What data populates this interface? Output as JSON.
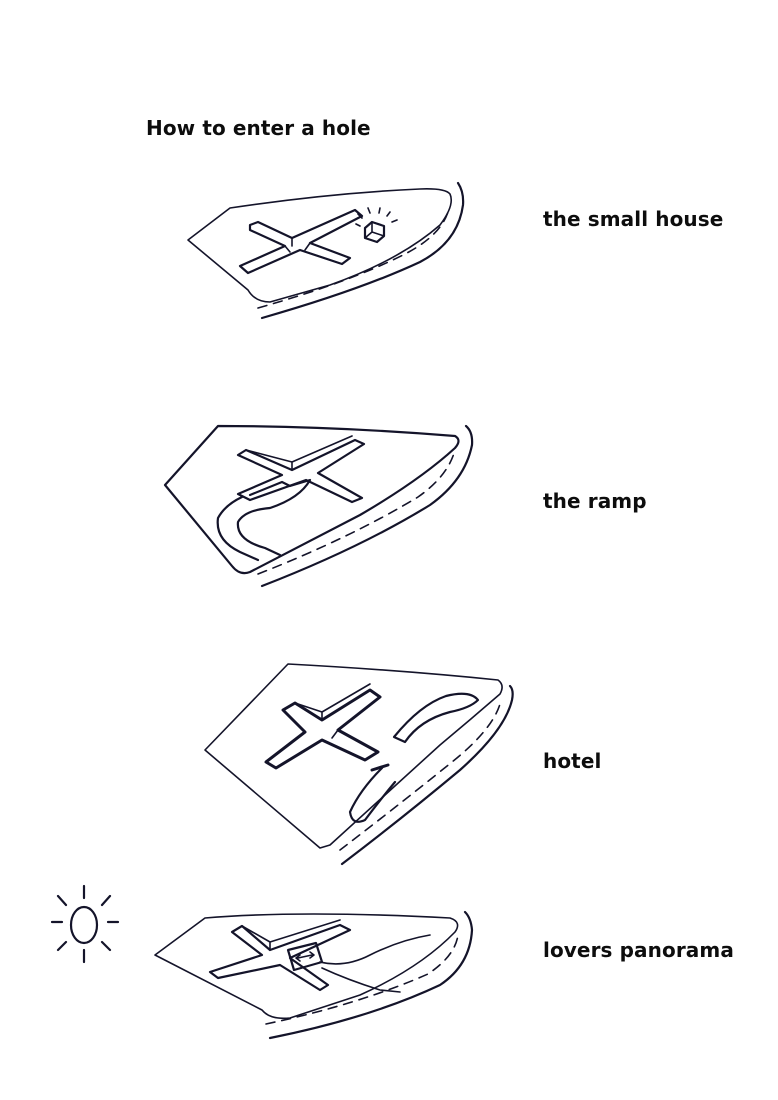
{
  "title": "How to enter a hole",
  "scenarios": [
    {
      "label": "the small house"
    },
    {
      "label": "the ramp"
    },
    {
      "label": "hotel"
    },
    {
      "label": "lovers panorama"
    }
  ]
}
